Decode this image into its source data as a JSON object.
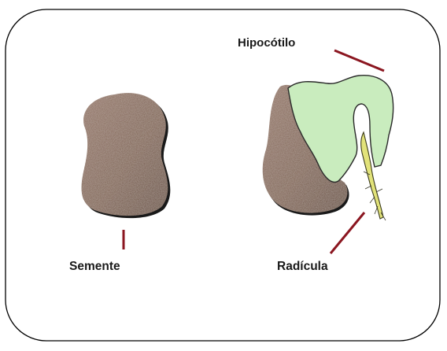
{
  "labels": {
    "hypocotyl": "Hipocótilo",
    "seed": "Semente",
    "radicle": "Radícula"
  },
  "colors": {
    "frame": "#000000",
    "seed_fill": "#7f6150",
    "seed_shadow": "#5c4234",
    "sprout_fill": "#c9ecbe",
    "sprout_outline": "#2a2a2a",
    "root_fill": "#e2e37a",
    "pointer_line": "#8b1620"
  }
}
